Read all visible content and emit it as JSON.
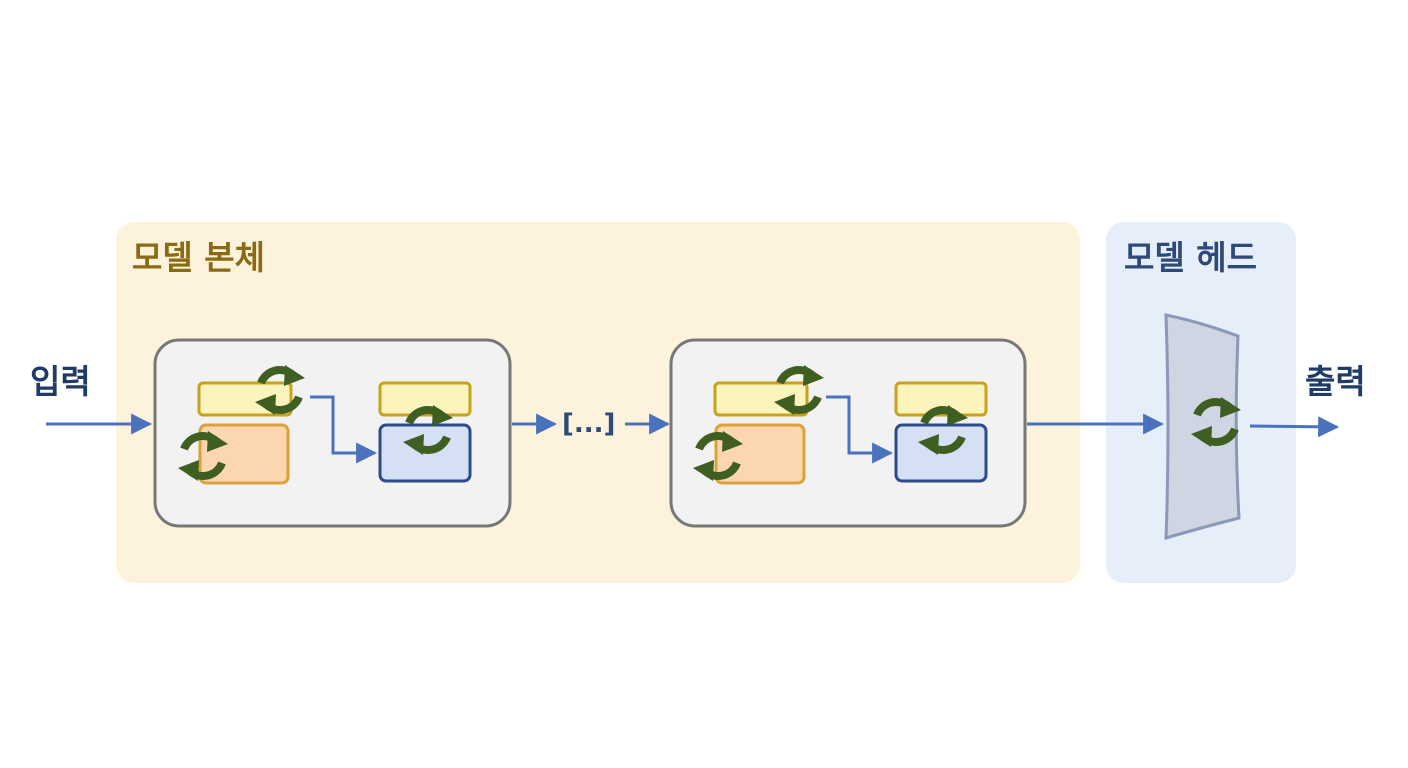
{
  "diagram": {
    "body_title": "모델 본체",
    "head_title": "모델 헤드",
    "input_label": "입력",
    "output_label": "출력",
    "ellipsis_label": "[...]",
    "icons": {
      "refresh": "refresh-cycle-icon"
    },
    "colors": {
      "body_region": "#fdf3dc",
      "head_region": "#e6eef9",
      "block_fill": "#f2f2f2",
      "block_stroke": "#777777",
      "yellow_fill": "#fbf4bd",
      "yellow_stroke": "#c8a21a",
      "orange_fill": "#fcd6ae",
      "orange_stroke": "#dba13a",
      "blue_fill": "#d6e0f4",
      "blue_stroke": "#2d4a8a",
      "arrow": "#4a72bd",
      "refresh_icon": "#3e5e22",
      "head_shape_fill": "#cfd5e2",
      "head_shape_stroke": "#8a99b8"
    }
  }
}
